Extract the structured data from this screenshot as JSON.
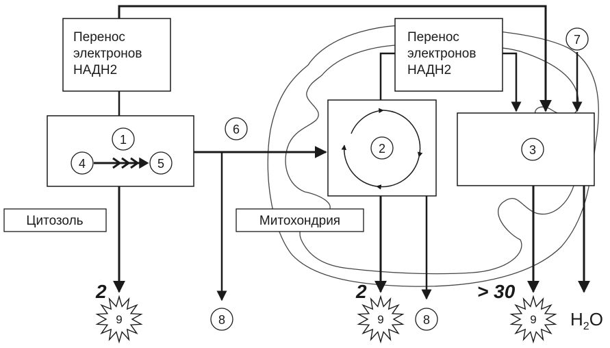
{
  "boxes": {
    "transfer_left": [
      "Перенос",
      "электронов",
      "НАДН2"
    ],
    "transfer_right": [
      "Перенос",
      "электронов",
      "НАДН2"
    ]
  },
  "labels": {
    "cytosol": "Цитозоль",
    "mitochondria": "Митохондрия"
  },
  "markers": {
    "m1": "1",
    "m2": "2",
    "m3": "3",
    "m4": "4",
    "m5": "5",
    "m6": "6",
    "m7": "7",
    "m8a": "8",
    "m8b": "8",
    "star_a": "9",
    "star_b": "9",
    "star_c": "9"
  },
  "yields": {
    "glycolysis": "2",
    "krebs": "2",
    "oxphos": "> 30"
  },
  "products": {
    "water_prefix": "H",
    "water_sub": "2",
    "water_suffix": "O"
  }
}
